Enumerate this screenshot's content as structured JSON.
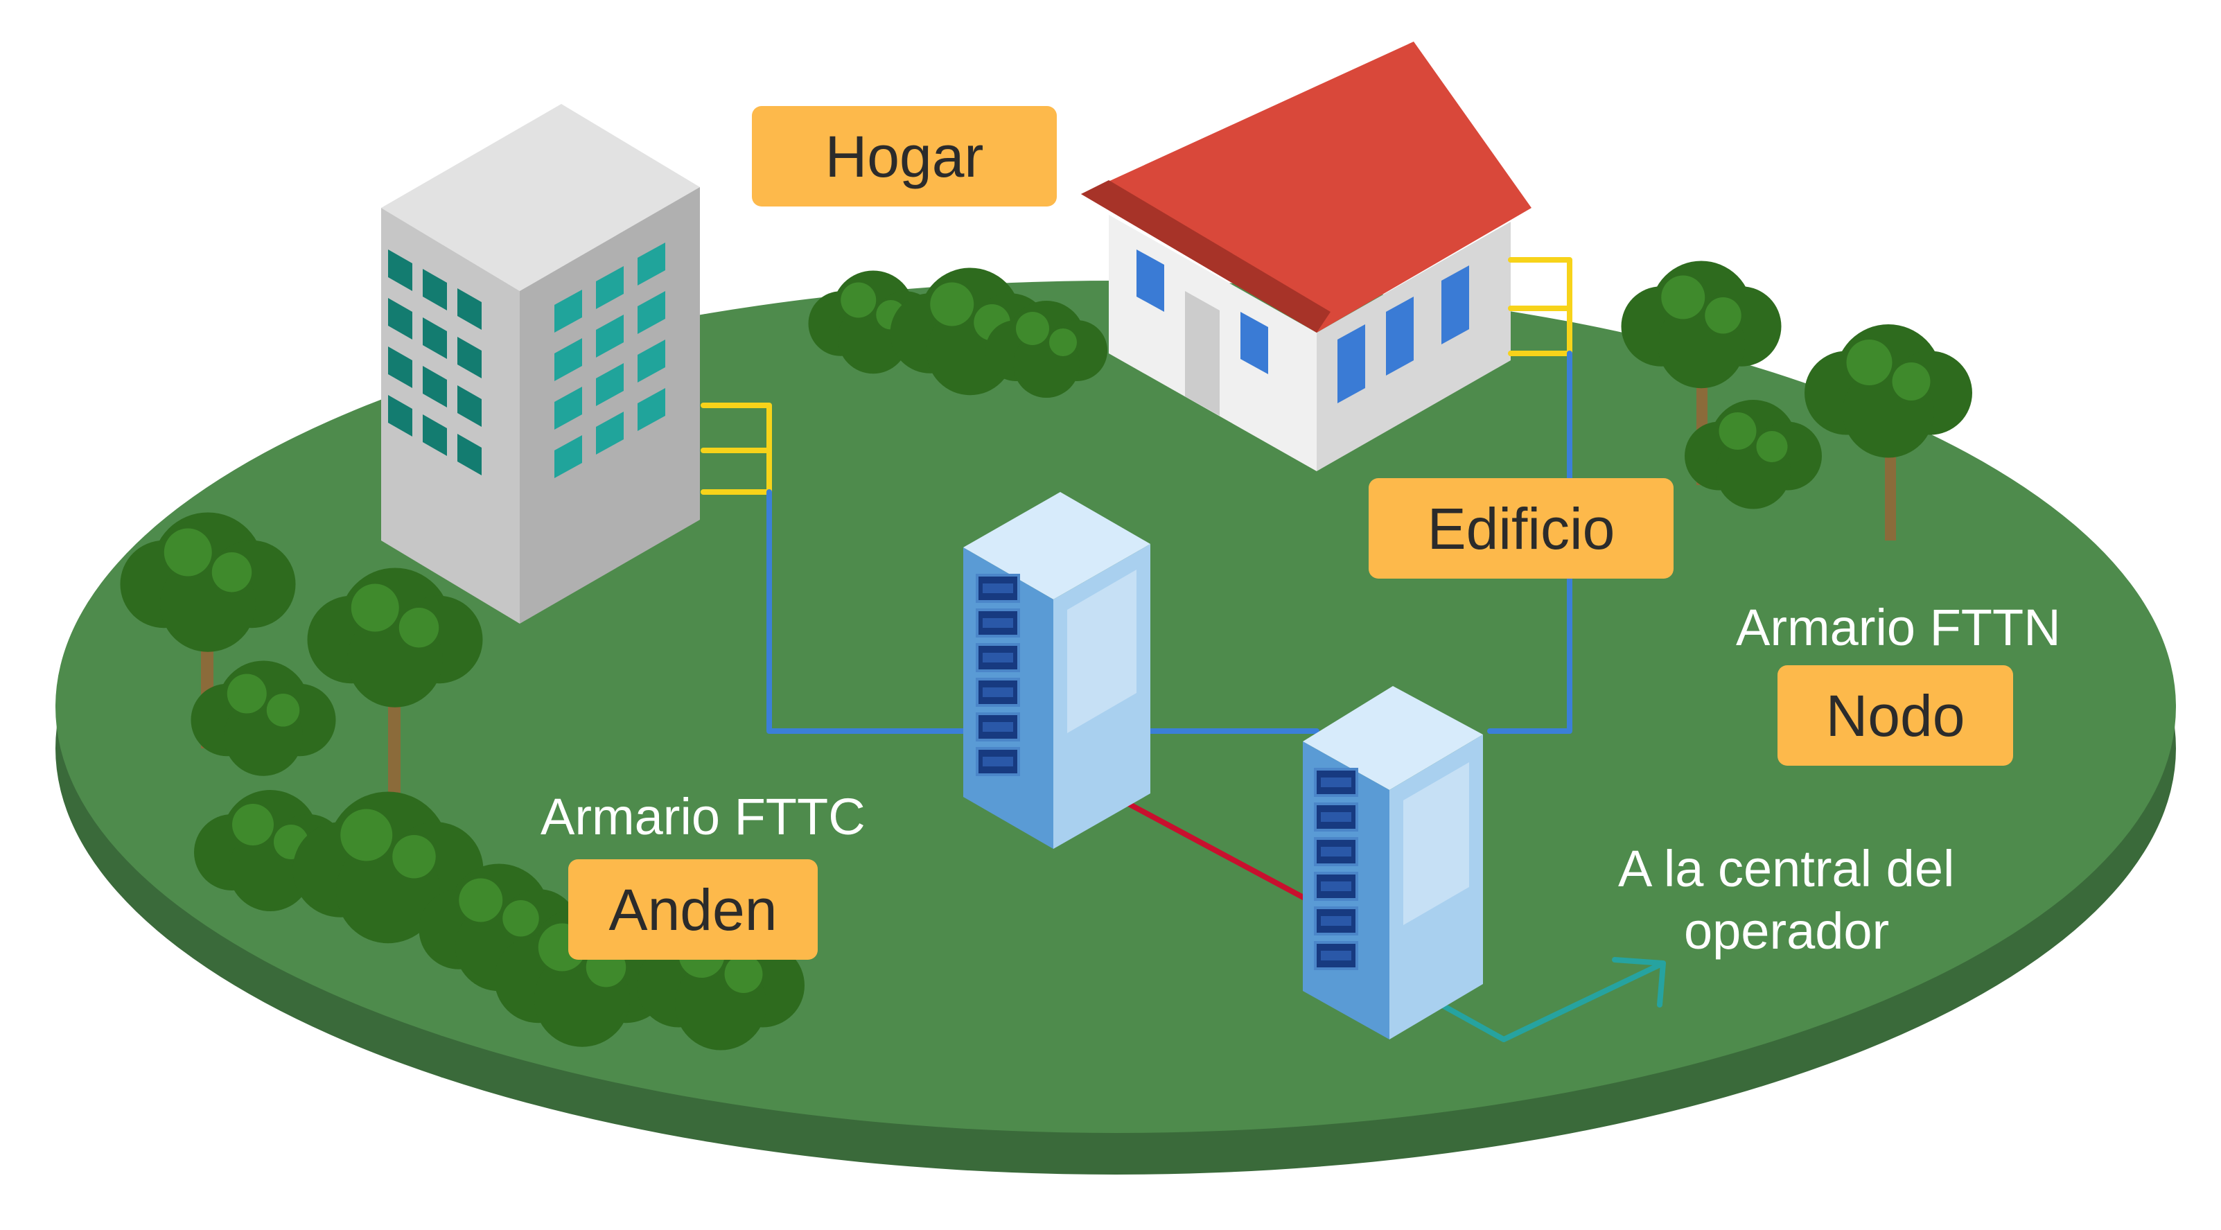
{
  "labels": {
    "hogar": "Hogar",
    "edificio": "Edificio",
    "nodo": "Nodo",
    "anden": "Anden",
    "armario_fttn": "Armario FTTN",
    "armario_fttc": "Armario FTTC",
    "central_line1": "A la central del",
    "central_line2": "operador"
  },
  "colors": {
    "ground": "#4e8b4c",
    "ground_edge": "#3a6a3a",
    "tag": "#fdb94b",
    "fiber_blue": "#3b7fd8",
    "copper_yellow": "#f7d31a",
    "link_red": "#c8102e",
    "uplink_teal": "#26a3a0",
    "roof": "#d9483a",
    "window_blue": "#3a7bd5",
    "office_window": "#1f9a92",
    "tree": "#2e6b1e",
    "trunk": "#8b6b3a",
    "cabinet": "#a9d0ef"
  },
  "icons": [
    "office-building",
    "house",
    "cabinet-fttc",
    "cabinet-fttn",
    "trees"
  ]
}
